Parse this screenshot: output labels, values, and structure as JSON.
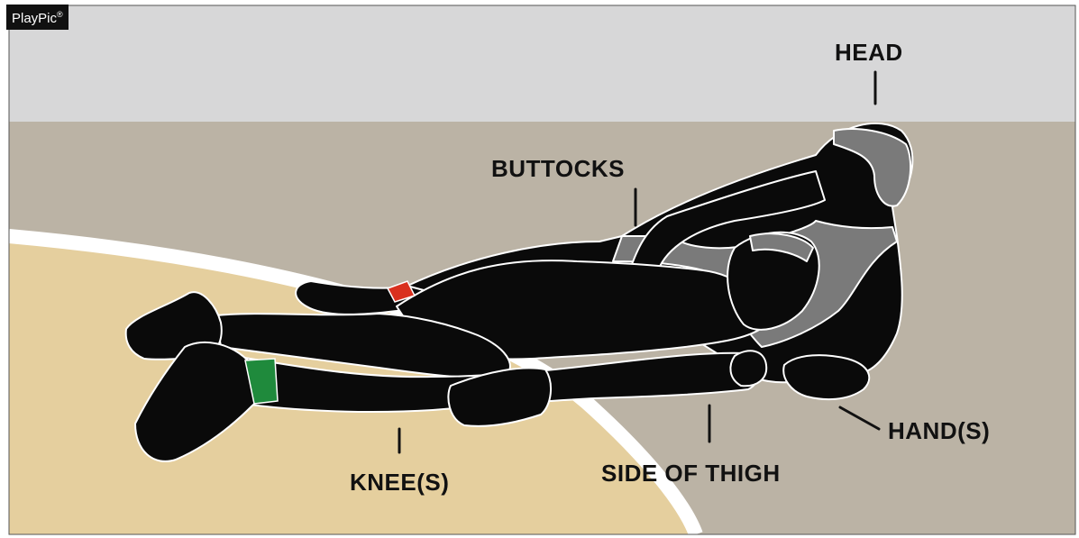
{
  "brand": {
    "name": "PlayPic",
    "mark": "®"
  },
  "labels": {
    "head": "HEAD",
    "buttocks": "BUTTOCKS",
    "hands": "HAND(S)",
    "knees": "KNEE(S)",
    "thigh": "SIDE OF THIGH"
  },
  "colors": {
    "sky": "#d7d7d8",
    "mat_out": "#bbb3a5",
    "mat_in": "#e5cf9e",
    "line": "#ffffff",
    "figure": "#0a0a0a",
    "singlet": "#7a7a7a",
    "band_red": "#d9301e",
    "band_green": "#1f8a3c"
  }
}
